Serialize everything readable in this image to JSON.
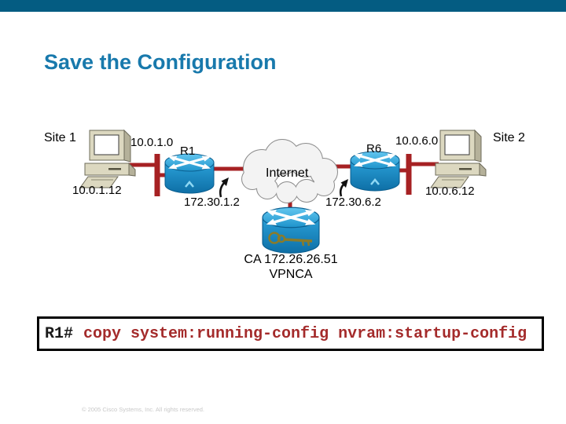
{
  "slide": {
    "title": "Save the Configuration",
    "footer": "© 2005 Cisco Systems, Inc. All rights reserved."
  },
  "diagram": {
    "site1_label": "Site 1",
    "site1_network": "10.0.1.0",
    "site1_host_ip": "10.0.1.12",
    "router1_name": "R1",
    "router1_wan_ip": "172.30.1.2",
    "internet_label": "Internet",
    "router6_name": "R6",
    "router6_wan_ip": "172.30.6.2",
    "site2_label": "Site 2",
    "site2_network": "10.0.6.0",
    "site2_host_ip": "10.0.6.12",
    "ca_label": "CA 172.26.26.51",
    "ca_name": "VPNCA"
  },
  "command": {
    "prompt": "R1#",
    "text": "copy system:running-config nvram:startup-config"
  },
  "colors": {
    "header_bar": "#045C82",
    "title_text": "#1879AC",
    "connection_red": "#A62123",
    "device_blue": "#1E8FC6",
    "command_text_red": "#A42B2B"
  }
}
